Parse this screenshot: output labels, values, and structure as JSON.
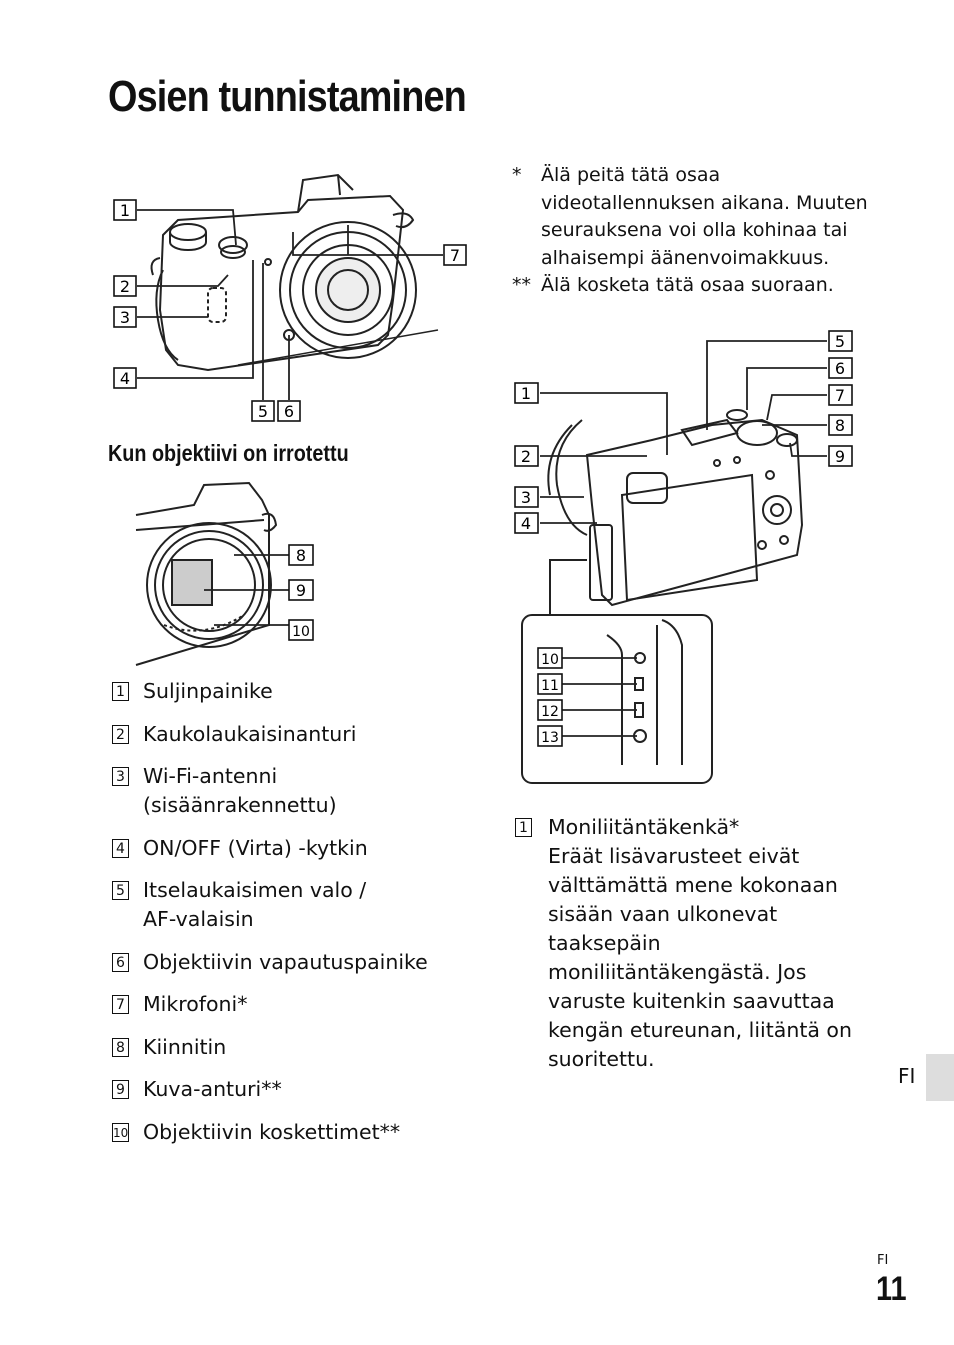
{
  "page": {
    "title": "Osien tunnistaminen",
    "subtitle": "Kun objektiivi on irrotettu",
    "language_tab": "FI",
    "footer_lang": "FI",
    "page_number": "11"
  },
  "figure1": {
    "callouts": [
      "1",
      "2",
      "3",
      "4",
      "5",
      "6",
      "7"
    ]
  },
  "figure2": {
    "callouts": [
      "8",
      "9",
      "10"
    ]
  },
  "figure3": {
    "callouts": [
      "1",
      "2",
      "3",
      "4",
      "5",
      "6",
      "7",
      "8",
      "9",
      "10",
      "11",
      "12",
      "13"
    ]
  },
  "parts": [
    {
      "num": "1",
      "label": "Suljinpainike"
    },
    {
      "num": "2",
      "label": "Kaukolaukaisinanturi"
    },
    {
      "num": "3",
      "label": "Wi-Fi-antenni (sisäänrakennettu)"
    },
    {
      "num": "4",
      "label": "ON/OFF (Virta) -kytkin"
    },
    {
      "num": "5",
      "label": "Itselaukaisimen valo / AF-valaisin"
    },
    {
      "num": "6",
      "label": "Objektiivin vapautuspainike"
    },
    {
      "num": "7",
      "label": "Mikrofoni*"
    },
    {
      "num": "8",
      "label": "Kiinnitin"
    },
    {
      "num": "9",
      "label": "Kuva-anturi**"
    },
    {
      "num": "10",
      "label": "Objektiivin koskettimet**"
    }
  ],
  "notes": [
    {
      "mark": "*",
      "text": "Älä peitä tätä osaa videotallennuksen aikana. Muuten seurauksena voi olla kohinaa tai alhaisempi äänenvoimakkuus."
    },
    {
      "mark": "**",
      "text": "Älä kosketa tätä osaa suoraan."
    }
  ],
  "shoe_item": {
    "num": "1",
    "label": "Moniliitäntäkenkä*",
    "description": "Eräät lisävarusteet eivät välttämättä mene kokonaan sisään vaan ulkonevat taaksepäin moniliitäntäkengästä. Jos varuste kuitenkin saavuttaa kengän etureunan, liitäntä on suoritettu."
  }
}
